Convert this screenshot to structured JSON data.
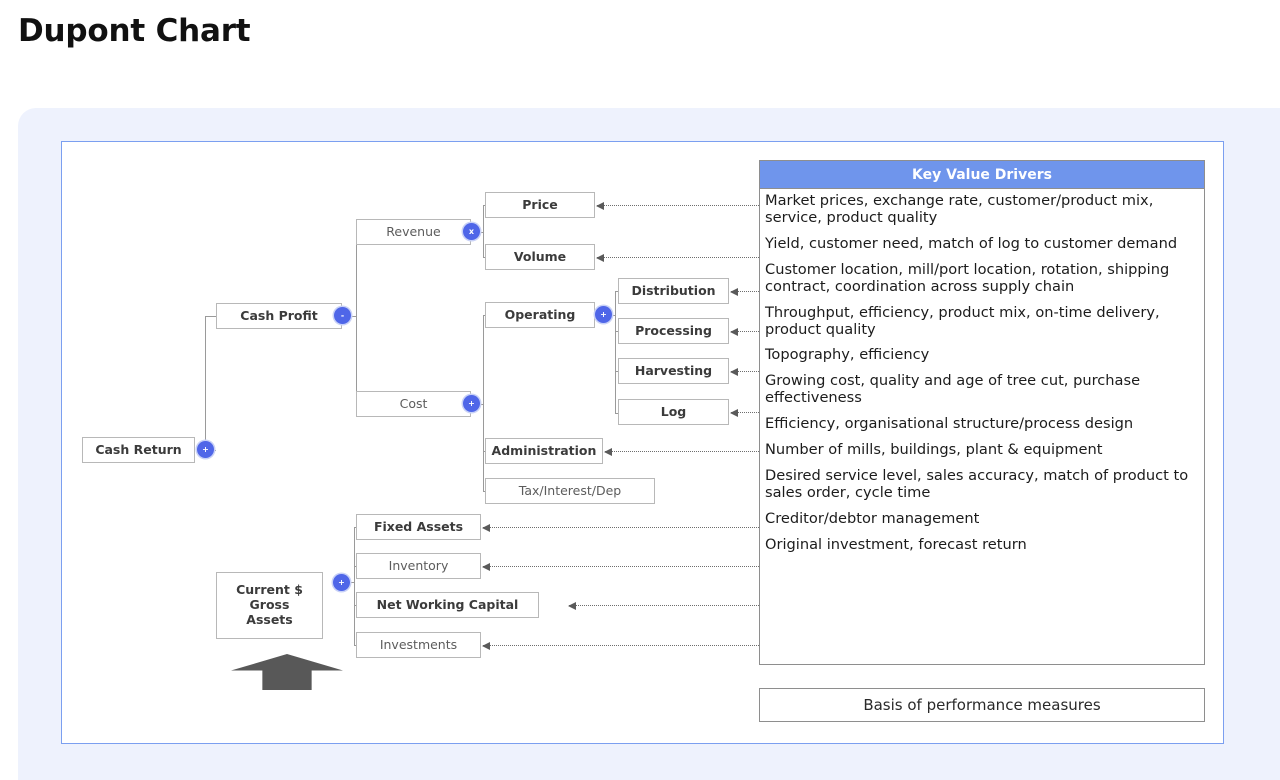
{
  "page": {
    "title": "Dupont Chart"
  },
  "theme": {
    "header_blue": "#6f95ec",
    "panel_border_blue": "#7b9ff0",
    "backdrop": "#eef2fd",
    "node_border": "#b8b8b8",
    "operator_dot": "#4f66e8",
    "arrow_gray": "#585858"
  },
  "tree": {
    "root": {
      "label": "Cash Return",
      "operator": "+"
    },
    "nodes": {
      "cash_profit": {
        "label": "Cash Profit",
        "operator": "-"
      },
      "current_gross_assets": {
        "label": "Current $ Gross\nAssets",
        "operator": "+"
      },
      "revenue": {
        "label": "Revenue",
        "operator": "x"
      },
      "cost": {
        "label": "Cost",
        "operator": "+"
      },
      "price": {
        "label": "Price"
      },
      "volume": {
        "label": "Volume"
      },
      "operating": {
        "label": "Operating",
        "operator": "+"
      },
      "administration": {
        "label": "Administration"
      },
      "tax_interest_dep": {
        "label": "Tax/Interest/Dep"
      },
      "distribution": {
        "label": "Distribution"
      },
      "processing": {
        "label": "Processing"
      },
      "harvesting": {
        "label": "Harvesting"
      },
      "log": {
        "label": "Log"
      },
      "fixed_assets": {
        "label": "Fixed Assets"
      },
      "inventory": {
        "label": "Inventory"
      },
      "net_working_capital": {
        "label": "Net Working Capital"
      },
      "investments": {
        "label": "Investments"
      }
    }
  },
  "drivers": {
    "header": "Key Value Drivers",
    "rows": [
      "Market prices, exchange rate, customer/product mix, service, product quality",
      "Yield, customer need, match of log to customer demand",
      "Customer location, mill/port location, rotation, shipping contract, coordination across supply chain",
      "Throughput, efficiency, product mix, on-time delivery, product quality",
      "Topography, efficiency",
      "Growing cost, quality and age of tree cut, purchase effectiveness",
      "Efficiency, organisational structure/process design",
      "Number of mills, buildings, plant & equipment",
      "Desired service level, sales accuracy, match of product to sales order, cycle time",
      "Creditor/debtor management",
      "Original investment, forecast return"
    ]
  },
  "basis": {
    "label": "Basis of performance measures"
  }
}
